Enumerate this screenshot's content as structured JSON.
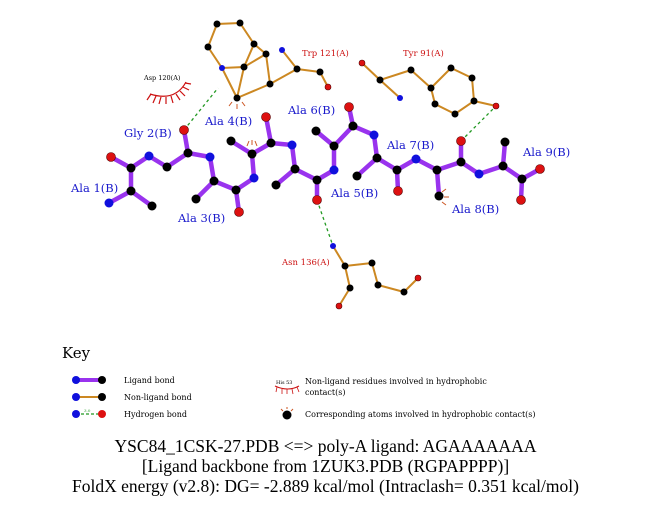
{
  "ligand_labels": [
    "Ala 1(B)",
    "Gly 2(B)",
    "Ala 3(B)",
    "Ala 4(B)",
    "Ala 5(B)",
    "Ala 6(B)",
    "Ala 7(B)",
    "Ala 8(B)",
    "Ala 9(B)"
  ],
  "residue_labels": [
    "Trp 121(A)",
    "Tyr 91(A)",
    "Asp 120(A)",
    "Asn 136(A)"
  ],
  "key": {
    "title": "Key",
    "ligand_bond": "Ligand bond",
    "non_ligand_bond": "Non-ligand bond",
    "hydrogen_bond": "Hydrogen bond",
    "hydrophobic_residue": "Non-ligand residues involved in hydrophobic",
    "hydrophobic_residue_2": "contact(s)",
    "hydrophobic_atoms": "Corresponding atoms involved in hydrophobic contact(s)",
    "his_label": "His 53",
    "hbond_distance": "3.0"
  },
  "caption": {
    "line1": "YSC84_1CSK-27.PDB <=> poly-A ligand: AGAAAAAAA",
    "line2": "[Ligand backbone from 1ZUK3.PDB (RGPAPPPP)]",
    "line3": "FoldX energy (v2.8): DG= -2.889 kcal/mol (Intraclash= 0.351 kcal/mol)"
  },
  "colors": {
    "ligand_bond": "#9933ee",
    "non_ligand_bond": "#cc8822",
    "hydrogen_bond": "#229922",
    "label_blue": "#1a1acc",
    "label_red": "#cc1111",
    "carbon": "#000000",
    "nitrogen": "#1010dd",
    "oxygen": "#dd1111"
  }
}
